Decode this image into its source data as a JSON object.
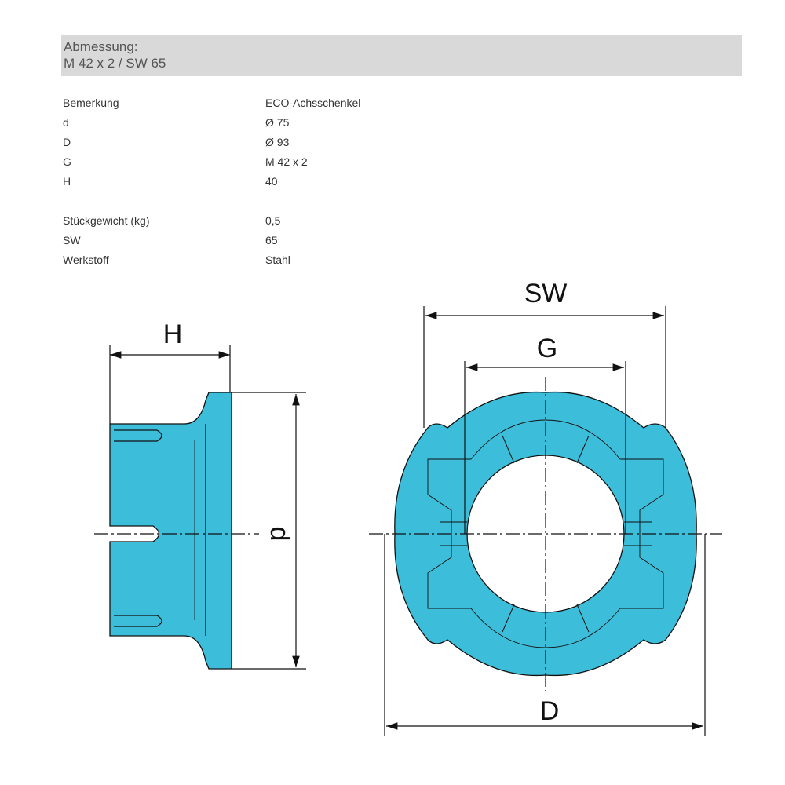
{
  "header": {
    "title": "Abmessung:",
    "subtitle": "M 42 x 2 / SW 65"
  },
  "specs": [
    {
      "label": "Bemerkung",
      "value": "ECO-Achsschenkel"
    },
    {
      "label": "d",
      "value": "Ø 75"
    },
    {
      "label": "D",
      "value": "Ø 93"
    },
    {
      "label": "G",
      "value": "M 42 x 2"
    },
    {
      "label": "H",
      "value": "40"
    },
    {
      "label": "Stückgewicht (kg)",
      "value": "0,5"
    },
    {
      "label": "SW",
      "value": "65"
    },
    {
      "label": "Werkstoff",
      "value": "Stahl"
    }
  ],
  "drawing": {
    "labels": {
      "H": "H",
      "d": "d",
      "SW": "SW",
      "G": "G",
      "D": "D"
    },
    "part_color": "#3cbdd9"
  }
}
